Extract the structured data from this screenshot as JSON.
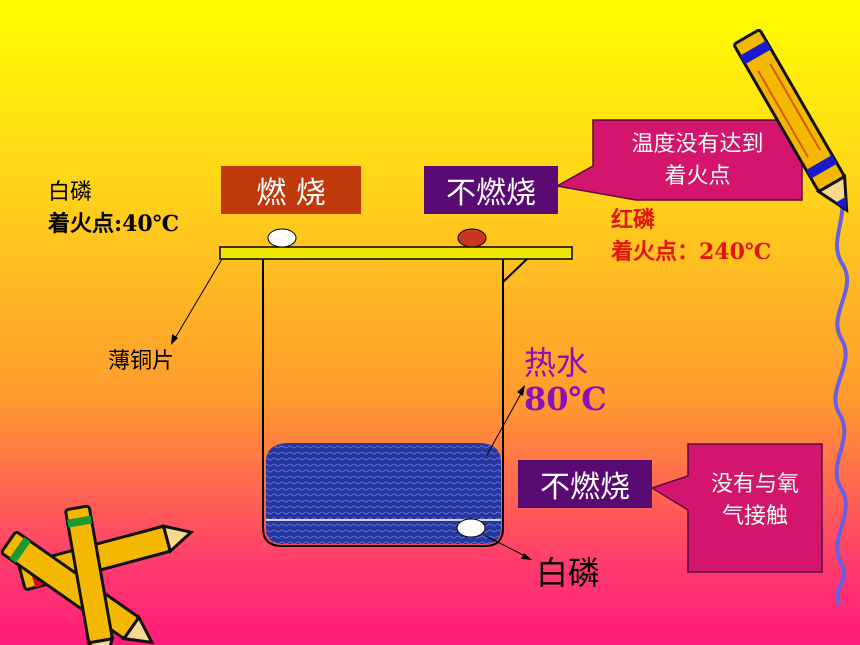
{
  "white_p": {
    "name": "白磷",
    "ignition": "着火点:40℃"
  },
  "red_p": {
    "name": "红磷",
    "ignition": "着火点：240℃"
  },
  "copper_label": "薄铜片",
  "water": {
    "label": "热水",
    "temp": "80℃"
  },
  "bottom_p_label": "白磷",
  "status": {
    "burning": "燃  烧",
    "not_burning_top": "不燃烧",
    "not_burning_bottom": "不燃烧"
  },
  "callouts": {
    "top": {
      "line1": "温度没有达到",
      "line2": "着火点"
    },
    "bottom": {
      "line1": "没有与氧",
      "line2": "气接触"
    }
  },
  "colors": {
    "burning_box": "#c0390b",
    "not_burning_box": "#5a0a73",
    "callout": "#d4156e",
    "water": "#2c3ca6",
    "plate": "#f2e600"
  }
}
